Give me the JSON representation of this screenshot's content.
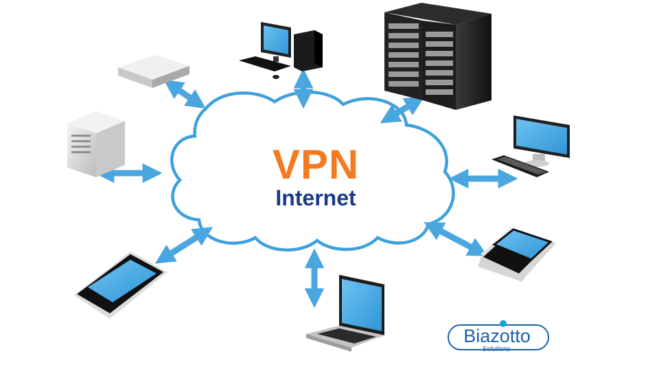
{
  "cloud": {
    "title": "VPN",
    "subtitle": "Internet",
    "title_color": "#f47a20",
    "subtitle_color": "#1a3a8f",
    "outline_color": "#3ea0dc",
    "fill_color": "#ffffff"
  },
  "arrows": {
    "color": "#4aa6de"
  },
  "devices": [
    {
      "name": "desktop-computer-top",
      "icon": "desktop-tower-icon"
    },
    {
      "name": "server-rack",
      "icon": "server-rack-icon"
    },
    {
      "name": "network-appliance",
      "icon": "network-appliance-icon"
    },
    {
      "name": "tower-server",
      "icon": "tower-server-icon"
    },
    {
      "name": "desktop-monitor-right",
      "icon": "monitor-keyboard-icon"
    },
    {
      "name": "smartphone-keyboard",
      "icon": "qwerty-phone-icon"
    },
    {
      "name": "touchscreen-phone",
      "icon": "smartphone-icon"
    },
    {
      "name": "laptop",
      "icon": "laptop-icon"
    }
  ],
  "logo": {
    "name": "Biazotto",
    "tagline": "Solutions",
    "primary_color": "#1e5fa8",
    "accent_color": "#1aa0d8"
  }
}
